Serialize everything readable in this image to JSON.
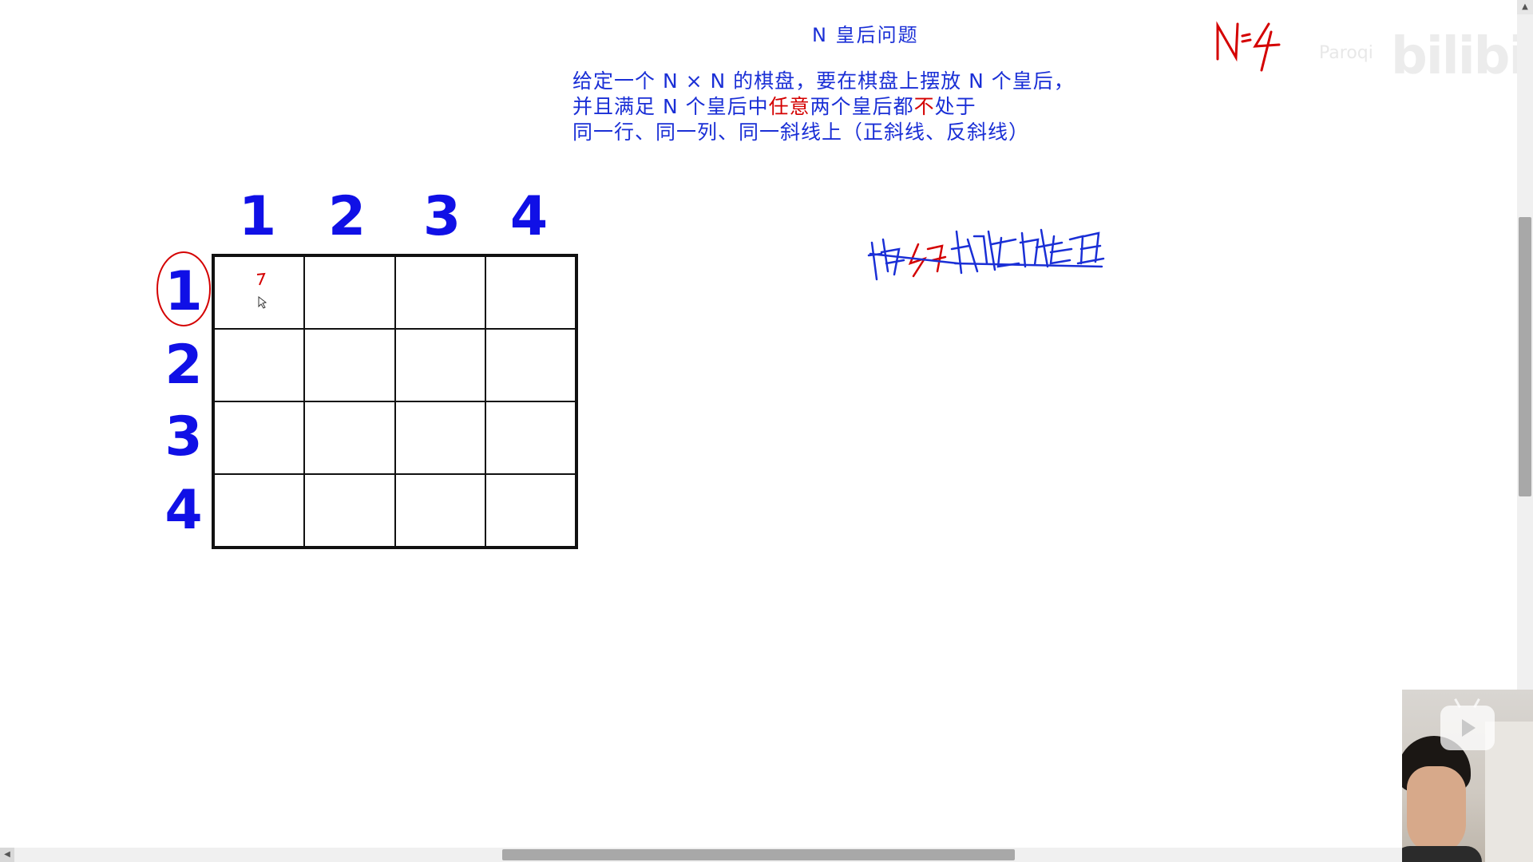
{
  "slide": {
    "title": "N 皇后问题",
    "description": {
      "line1": "给定一个 N × N 的棋盘，要在棋盘上摆放 N 个皇后，",
      "line2_pre": "并且满足 N 个皇后中",
      "line2_red1": "任意",
      "line2_mid": "两个皇后都",
      "line2_red2": "不",
      "line2_post": "处于",
      "line3": "同一行、同一列、同一斜线上（正斜线、反斜线）"
    }
  },
  "board": {
    "column_headers": [
      "1",
      "2",
      "3",
      "4"
    ],
    "row_headers": [
      "1",
      "2",
      "3",
      "4"
    ],
    "size": 4
  },
  "annotations": {
    "top_right_note": "N=4",
    "handwritten_note": "按行摆放皇后",
    "colors": {
      "blue_ink": "#1a2fd6",
      "red_ink": "#d40000"
    }
  },
  "watermark": {
    "small_text": "Paroqi",
    "logo_text": "bilibili"
  },
  "icons": {
    "play": "play-icon",
    "scroll_left": "chevron-left-icon",
    "scroll_up": "chevron-up-icon"
  }
}
